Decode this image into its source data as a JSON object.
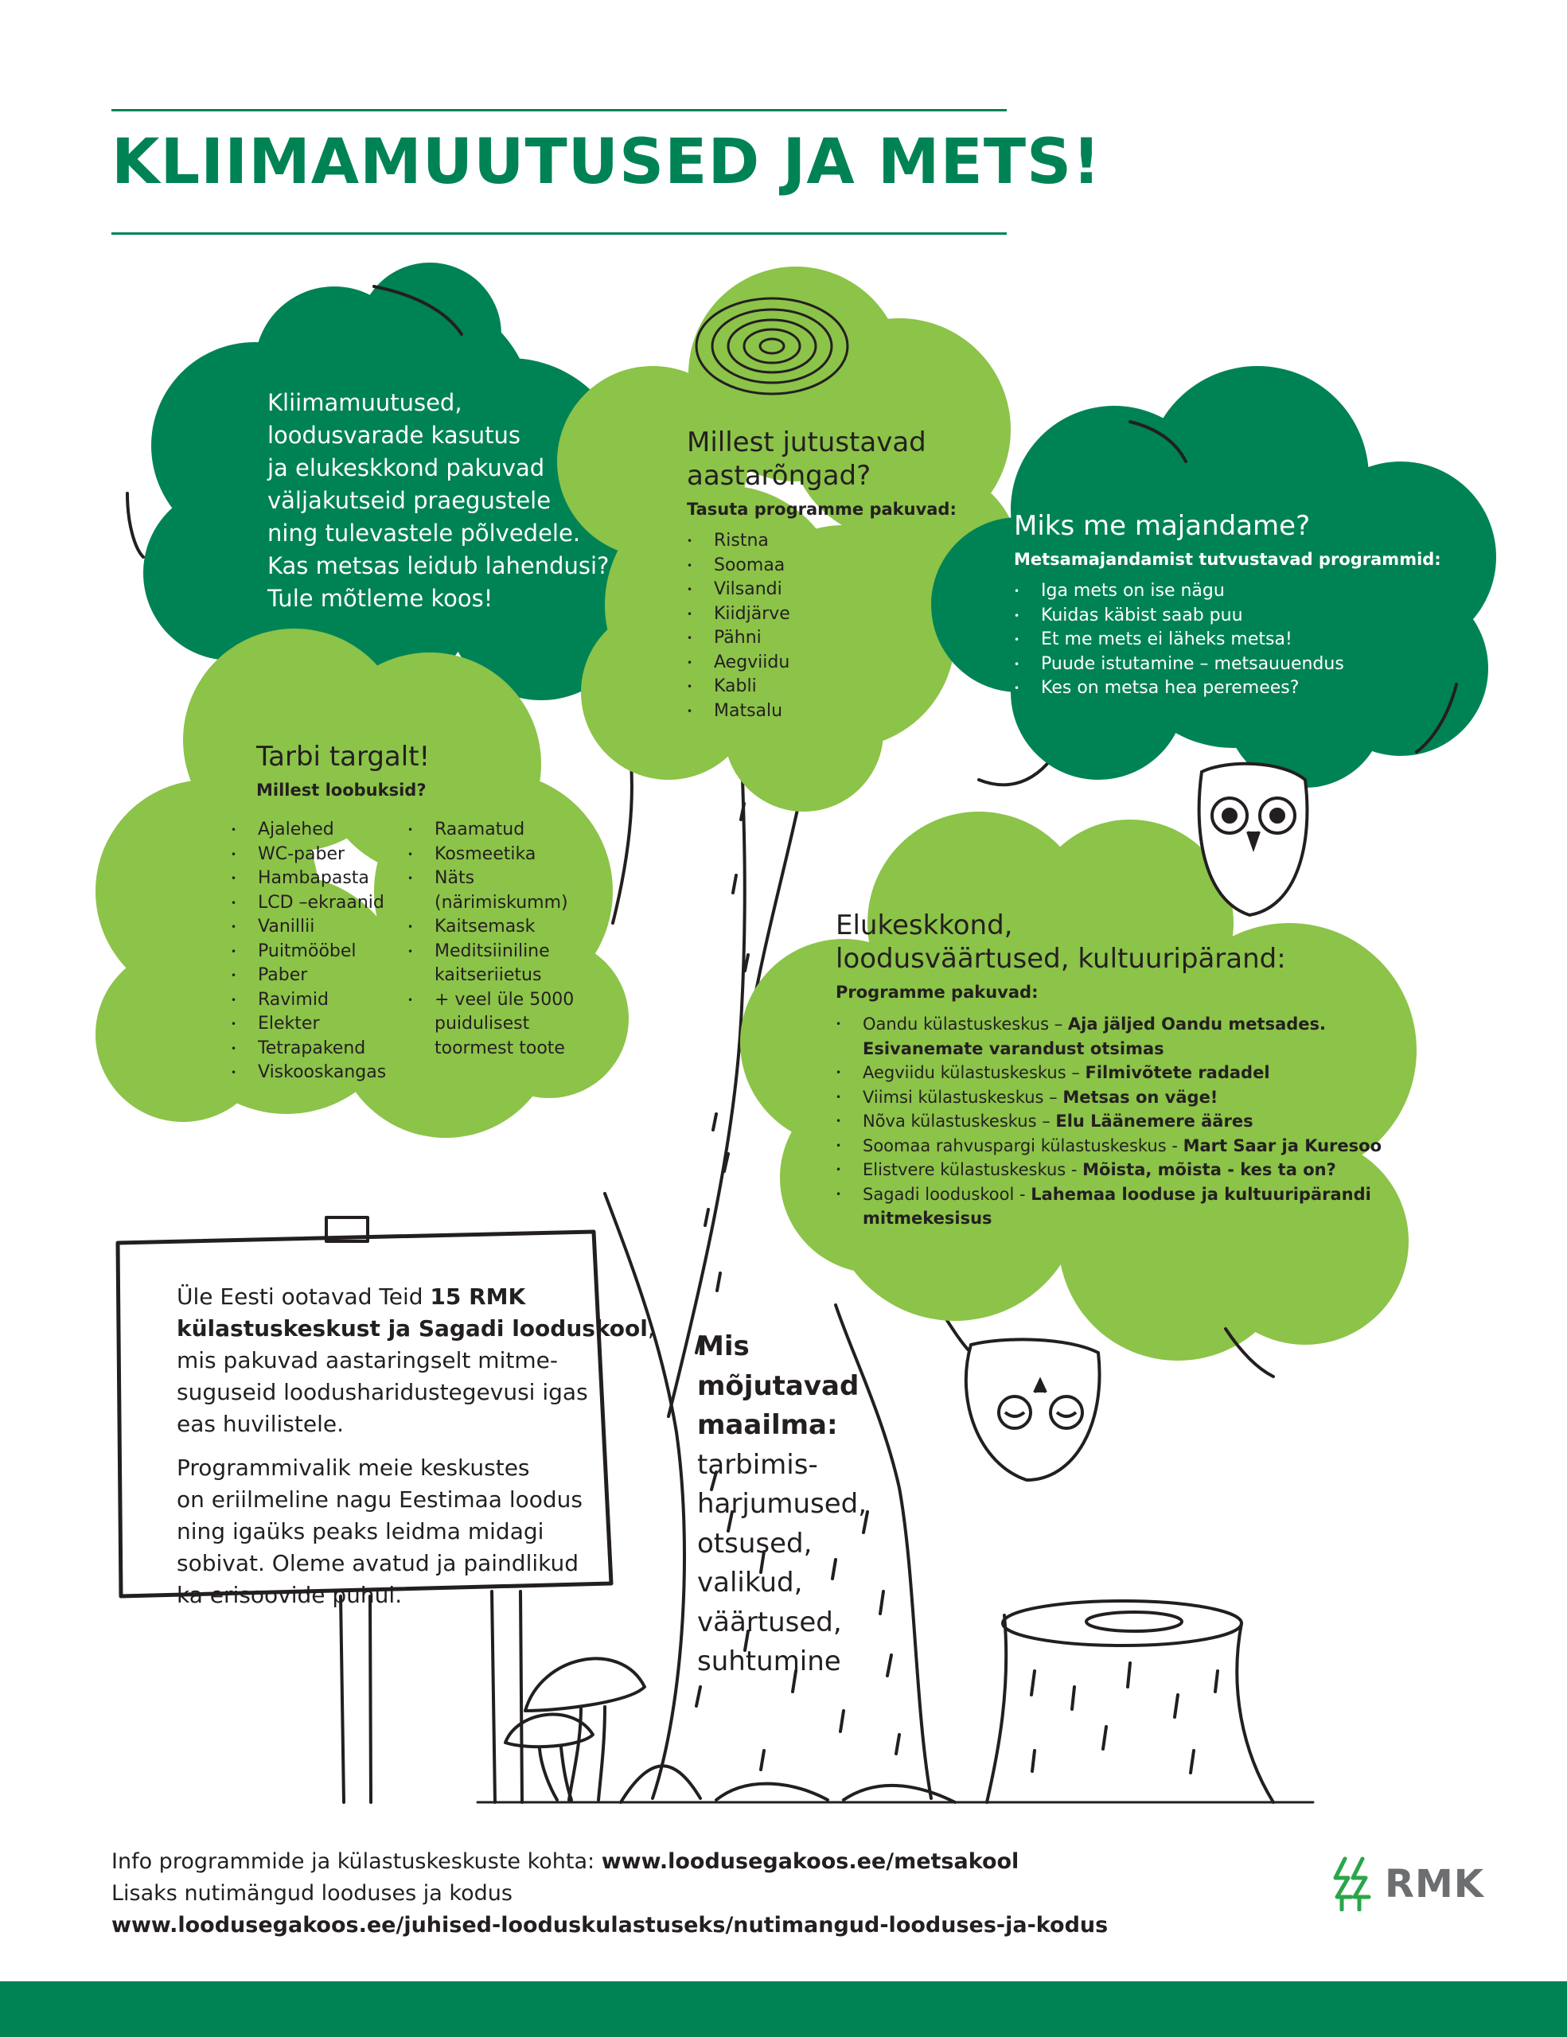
{
  "title": "KLIIMAMUUTUSED JA METS!",
  "intro": {
    "lines": [
      "Kliimamuutused,",
      "loodusvarade kasutus",
      "ja elukeskkond pakuvad",
      "väljakutseid praegustele",
      "ning tulevastele põlvedele.",
      "Kas metsas leidub lahendusi?",
      "Tule mõtleme koos!"
    ]
  },
  "rings": {
    "heading_lines": [
      "Millest jutustavad",
      "aastarõngad?"
    ],
    "subheading": "Tasuta programme pakuvad:",
    "items": [
      "Ristna",
      "Soomaa",
      "Vilsandi",
      "Kiidjärve",
      "Pähni",
      "Aegviidu",
      "Kabli",
      "Matsalu"
    ]
  },
  "manage": {
    "heading": "Miks me majandame?",
    "subheading": "Metsamajandamist tutvustavad programmid:",
    "items": [
      "Iga mets on ise nägu",
      "Kuidas käbist saab puu",
      "Et me mets ei läheks metsa!",
      "Puude istutamine – metsauuendus",
      "Kes on metsa hea peremees?"
    ]
  },
  "consume": {
    "heading": "Tarbi targalt!",
    "subheading": "Millest loobuksid?",
    "col1": [
      "Ajalehed",
      "WC-paber",
      "Hambapasta",
      "LCD –ekraanid",
      "Vanillii",
      "Puitmööbel",
      "Paber",
      "Ravimid",
      "Elekter",
      "Tetrapakend",
      "Viskooskangas"
    ],
    "col2": [
      {
        "lines": [
          "Raamatud"
        ]
      },
      {
        "lines": [
          "Kosmeetika"
        ]
      },
      {
        "lines": [
          "Näts",
          "(närimiskumm)"
        ]
      },
      {
        "lines": [
          "Kaitsemask"
        ]
      },
      {
        "lines": [
          "Meditsiiniline",
          "kaitseriietus"
        ]
      },
      {
        "lines": [
          "+ veel üle 5000",
          "puidulisest",
          "toormest toote"
        ]
      }
    ]
  },
  "environment": {
    "heading_lines": [
      "Elukeskkond,",
      "loodusväärtused, kultuuripärand:"
    ],
    "subheading": "Programme pakuvad:",
    "items": [
      {
        "place": "Oandu külastuskeskus – ",
        "program": "Aja jäljed Oandu metsades.",
        "cont": "Esivanemate varandust otsimas"
      },
      {
        "place": "Aegviidu külastuskeskus – ",
        "program": "Filmivõtete radadel",
        "cont": ""
      },
      {
        "place": "Viimsi külastuskeskus – ",
        "program": "Metsas on väge!",
        "cont": ""
      },
      {
        "place": "Nõva külastuskeskus – ",
        "program": "Elu Läänemere ääres",
        "cont": ""
      },
      {
        "place": "Soomaa rahvuspargi külastuskeskus - ",
        "program": "Mart Saar ja Kuresoo",
        "cont": ""
      },
      {
        "place": "Elistvere külastuskeskus - ",
        "program": "Mõista, mõista - kes ta on?",
        "cont": ""
      },
      {
        "place": "Sagadi looduskool - ",
        "program": "Lahemaa looduse ja kultuuripärandi",
        "cont": "mitmekesisus"
      }
    ]
  },
  "sign": {
    "p1": {
      "l1a": "Üle Eesti ootavad Teid ",
      "l1b": "15 RMK",
      "l2a": "külastuskeskust ja Sagadi looduskool",
      "l2b": ",",
      "l3": "mis pakuvad aastaringselt mitme-",
      "l4": "suguseid loodusharidustegevusi igas",
      "l5": "eas huvilistele."
    },
    "p2_lines": [
      "Programmivalik meie keskustes",
      "on eriilmeline nagu Eestimaa loodus",
      "ning igaüks peaks leidma midagi",
      "sobivat. Oleme avatud ja paindlikud",
      "ka erisoovide puhul."
    ]
  },
  "influence": {
    "bold_lines": [
      "Mis",
      "mõjutavad",
      "maailma:"
    ],
    "lines": [
      "tarbimis-",
      "harjumused,",
      "otsused,",
      "valikud,",
      "väärtused,",
      "suhtumine"
    ]
  },
  "footer": {
    "line1_prefix": "Info programmide ja külastuskeskuste kohta: ",
    "line1_link": "www.loodusegakoos.ee/metsakool",
    "line2": "Lisaks nutimängud looduses ja kodus",
    "line3_link": "www.loodusegakoos.ee/juhised-looduskulastuseks/nutimangud-looduses-ja-kodus"
  },
  "logo": {
    "text": "RMK",
    "icon": "rmk-tree-logo-icon"
  },
  "colors": {
    "dark_green": "#008354",
    "light_green": "#8cc349",
    "text": "#231f20",
    "logo_gray": "#6d6e71"
  }
}
